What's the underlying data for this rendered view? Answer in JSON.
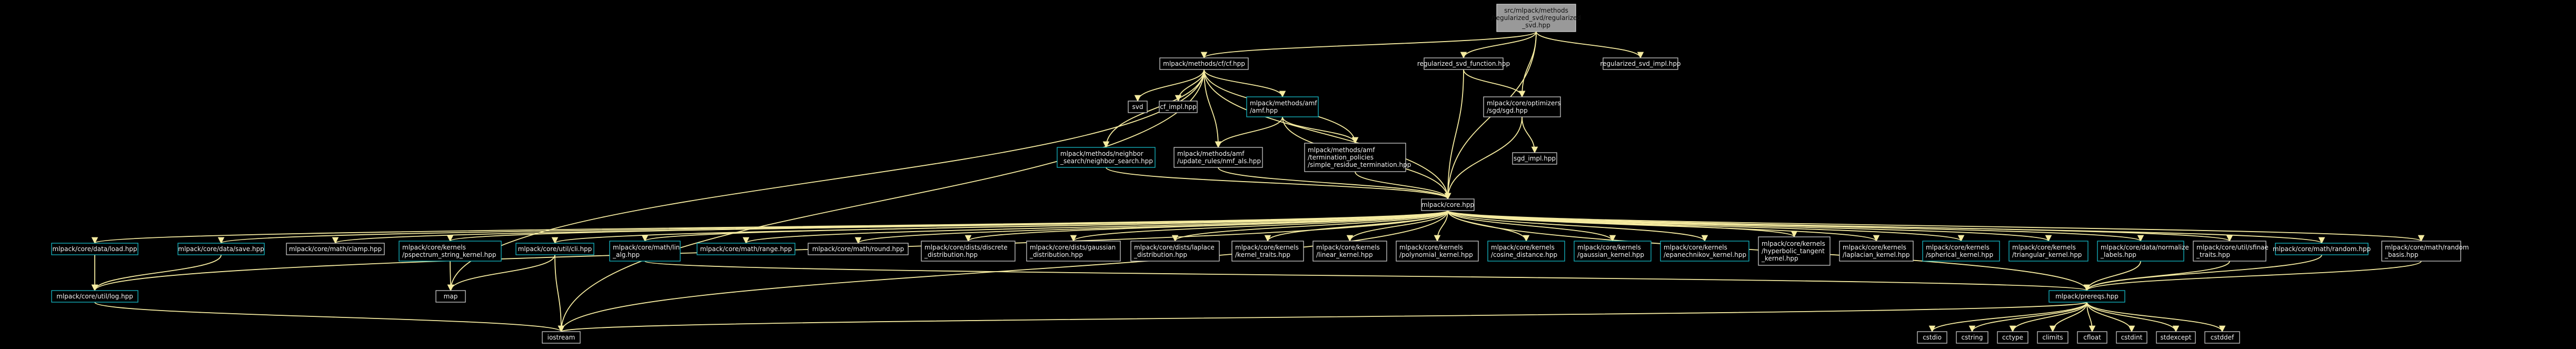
{
  "graph": {
    "nodes": [
      {
        "id": "root",
        "lines": [
          "src/mlpack/methods",
          "/regularized_svd/regularized",
          "_svd.hpp"
        ],
        "style": "root"
      },
      {
        "id": "cf",
        "lines": [
          "mlpack/methods/cf/cf.hpp"
        ],
        "style": "plain"
      },
      {
        "id": "rsf",
        "lines": [
          "regularized_svd_function.hpp"
        ],
        "style": "plain"
      },
      {
        "id": "rsi",
        "lines": [
          "regularized_svd_impl.hpp"
        ],
        "style": "plain"
      },
      {
        "id": "svd",
        "lines": [
          "svd"
        ],
        "style": "plain"
      },
      {
        "id": "cfimpl",
        "lines": [
          "cf_impl.hpp"
        ],
        "style": "plain"
      },
      {
        "id": "amf",
        "lines": [
          "mlpack/methods/amf",
          "/amf.hpp"
        ],
        "style": "linked"
      },
      {
        "id": "sgd",
        "lines": [
          "mlpack/core/optimizers",
          "/sgd/sgd.hpp"
        ],
        "style": "plain"
      },
      {
        "id": "sgdimpl",
        "lines": [
          "sgd_impl.hpp"
        ],
        "style": "plain"
      },
      {
        "id": "nss",
        "lines": [
          "mlpack/methods/neighbor",
          "_search/neighbor_search.hpp"
        ],
        "style": "linked"
      },
      {
        "id": "amfupd",
        "lines": [
          "mlpack/methods/amf",
          "/update_rules/nmf_als.hpp"
        ],
        "style": "plain"
      },
      {
        "id": "amfterm",
        "lines": [
          "mlpack/methods/amf",
          "/termination_policies",
          "/simple_residue_termination.hpp"
        ],
        "style": "plain"
      },
      {
        "id": "core",
        "lines": [
          "mlpack/core.hpp"
        ],
        "style": "plain"
      },
      {
        "id": "load",
        "lines": [
          "mlpack/core/data/load.hpp"
        ],
        "style": "linked"
      },
      {
        "id": "save",
        "lines": [
          "mlpack/core/data/save.hpp"
        ],
        "style": "linked"
      },
      {
        "id": "clamp",
        "lines": [
          "mlpack/core/math/clamp.hpp"
        ],
        "style": "plain"
      },
      {
        "id": "pspec",
        "lines": [
          "mlpack/core/kernels",
          "/pspectrum_string_kernel.hpp"
        ],
        "style": "linked"
      },
      {
        "id": "cli",
        "lines": [
          "mlpack/core/util/cli.hpp"
        ],
        "style": "linked"
      },
      {
        "id": "lin",
        "lines": [
          "mlpack/core/math/lin",
          "_alg.hpp"
        ],
        "style": "linked"
      },
      {
        "id": "range",
        "lines": [
          "mlpack/core/math/range.hpp"
        ],
        "style": "linked"
      },
      {
        "id": "round",
        "lines": [
          "mlpack/core/math/round.hpp"
        ],
        "style": "plain"
      },
      {
        "id": "disc",
        "lines": [
          "mlpack/core/dists/discrete",
          "_distribution.hpp"
        ],
        "style": "plain"
      },
      {
        "id": "gaussd",
        "lines": [
          "mlpack/core/dists/gaussian",
          "_distribution.hpp"
        ],
        "style": "plain"
      },
      {
        "id": "lapd",
        "lines": [
          "mlpack/core/dists/laplace",
          "_distribution.hpp"
        ],
        "style": "plain"
      },
      {
        "id": "ktraits",
        "lines": [
          "mlpack/core/kernels",
          "/kernel_traits.hpp"
        ],
        "style": "plain"
      },
      {
        "id": "linker",
        "lines": [
          "mlpack/core/kernels",
          "/linear_kernel.hpp"
        ],
        "style": "plain"
      },
      {
        "id": "poly",
        "lines": [
          "mlpack/core/kernels",
          "/polynomial_kernel.hpp"
        ],
        "style": "plain"
      },
      {
        "id": "cosine",
        "lines": [
          "mlpack/core/kernels",
          "/cosine_distance.hpp"
        ],
        "style": "linked"
      },
      {
        "id": "gaussk",
        "lines": [
          "mlpack/core/kernels",
          "/gaussian_kernel.hpp"
        ],
        "style": "linked"
      },
      {
        "id": "epan",
        "lines": [
          "mlpack/core/kernels",
          "/epanechnikov_kernel.hpp"
        ],
        "style": "linked"
      },
      {
        "id": "hyper",
        "lines": [
          "mlpack/core/kernels",
          "/hyperbolic_tangent",
          "_kernel.hpp"
        ],
        "style": "plain"
      },
      {
        "id": "lapk",
        "lines": [
          "mlpack/core/kernels",
          "/laplacian_kernel.hpp"
        ],
        "style": "plain"
      },
      {
        "id": "sph",
        "lines": [
          "mlpack/core/kernels",
          "/spherical_kernel.hpp"
        ],
        "style": "linked"
      },
      {
        "id": "tri",
        "lines": [
          "mlpack/core/kernels",
          "/triangular_kernel.hpp"
        ],
        "style": "linked"
      },
      {
        "id": "norm",
        "lines": [
          "mlpack/core/data/normalize",
          "_labels.hpp"
        ],
        "style": "linked"
      },
      {
        "id": "sfin",
        "lines": [
          "mlpack/core/util/sfinae",
          "_traits.hpp"
        ],
        "style": "plain"
      },
      {
        "id": "rand",
        "lines": [
          "mlpack/core/math/random.hpp"
        ],
        "style": "linked"
      },
      {
        "id": "randb",
        "lines": [
          "mlpack/core/math/random",
          "_basis.hpp"
        ],
        "style": "plain"
      },
      {
        "id": "log",
        "lines": [
          "mlpack/core/util/log.hpp"
        ],
        "style": "linked"
      },
      {
        "id": "map",
        "lines": [
          "map"
        ],
        "style": "plain"
      },
      {
        "id": "prereq",
        "lines": [
          "mlpack/prereqs.hpp"
        ],
        "style": "linked"
      },
      {
        "id": "iostream",
        "lines": [
          "iostream"
        ],
        "style": "plain"
      },
      {
        "id": "cstdio",
        "lines": [
          "cstdio"
        ],
        "style": "std"
      },
      {
        "id": "cstring",
        "lines": [
          "cstring"
        ],
        "style": "std"
      },
      {
        "id": "cctype",
        "lines": [
          "cctype"
        ],
        "style": "std"
      },
      {
        "id": "climits",
        "lines": [
          "climits"
        ],
        "style": "std"
      },
      {
        "id": "cfloat",
        "lines": [
          "cfloat"
        ],
        "style": "std"
      },
      {
        "id": "cstdint",
        "lines": [
          "cstdint"
        ],
        "style": "std"
      },
      {
        "id": "stdexcept",
        "lines": [
          "stdexcept"
        ],
        "style": "std"
      },
      {
        "id": "cstddef",
        "lines": [
          "cstddef"
        ],
        "style": "std"
      }
    ],
    "edges": [
      [
        "root",
        "cf"
      ],
      [
        "root",
        "rsf"
      ],
      [
        "root",
        "rsi"
      ],
      [
        "root",
        "sgd"
      ],
      [
        "root",
        "core"
      ],
      [
        "cf",
        "svd"
      ],
      [
        "cf",
        "cfimpl"
      ],
      [
        "cf",
        "amf"
      ],
      [
        "cf",
        "nss"
      ],
      [
        "cf",
        "amfupd"
      ],
      [
        "cf",
        "amfterm"
      ],
      [
        "cf",
        "core"
      ],
      [
        "cf",
        "map"
      ],
      [
        "cf",
        "iostream"
      ],
      [
        "rsf",
        "sgd"
      ],
      [
        "rsf",
        "core"
      ],
      [
        "sgd",
        "sgdimpl"
      ],
      [
        "sgd",
        "core"
      ],
      [
        "amf",
        "amfupd"
      ],
      [
        "amf",
        "amfterm"
      ],
      [
        "amf",
        "core"
      ],
      [
        "nss",
        "core"
      ],
      [
        "amfupd",
        "core"
      ],
      [
        "amfterm",
        "core"
      ],
      [
        "core",
        "load"
      ],
      [
        "core",
        "save"
      ],
      [
        "core",
        "clamp"
      ],
      [
        "core",
        "pspec"
      ],
      [
        "core",
        "cli"
      ],
      [
        "core",
        "lin"
      ],
      [
        "core",
        "range"
      ],
      [
        "core",
        "round"
      ],
      [
        "core",
        "disc"
      ],
      [
        "core",
        "gaussd"
      ],
      [
        "core",
        "lapd"
      ],
      [
        "core",
        "ktraits"
      ],
      [
        "core",
        "linker"
      ],
      [
        "core",
        "poly"
      ],
      [
        "core",
        "cosine"
      ],
      [
        "core",
        "gaussk"
      ],
      [
        "core",
        "epan"
      ],
      [
        "core",
        "hyper"
      ],
      [
        "core",
        "lapk"
      ],
      [
        "core",
        "sph"
      ],
      [
        "core",
        "tri"
      ],
      [
        "core",
        "norm"
      ],
      [
        "core",
        "sfin"
      ],
      [
        "core",
        "rand"
      ],
      [
        "core",
        "randb"
      ],
      [
        "core",
        "log"
      ],
      [
        "core",
        "prereq"
      ],
      [
        "core",
        "iostream"
      ],
      [
        "load",
        "log"
      ],
      [
        "save",
        "log"
      ],
      [
        "pspec",
        "map"
      ],
      [
        "cli",
        "map"
      ],
      [
        "cli",
        "iostream"
      ],
      [
        "lin",
        "prereq"
      ],
      [
        "sfin",
        "prereq"
      ],
      [
        "rand",
        "prereq"
      ],
      [
        "randb",
        "prereq"
      ],
      [
        "norm",
        "prereq"
      ],
      [
        "log",
        "iostream"
      ],
      [
        "prereq",
        "iostream"
      ],
      [
        "prereq",
        "cstdio"
      ],
      [
        "prereq",
        "cstring"
      ],
      [
        "prereq",
        "cctype"
      ],
      [
        "prereq",
        "climits"
      ],
      [
        "prereq",
        "cfloat"
      ],
      [
        "prereq",
        "cstdint"
      ],
      [
        "prereq",
        "stdexcept"
      ],
      [
        "prereq",
        "cstddef"
      ]
    ]
  }
}
